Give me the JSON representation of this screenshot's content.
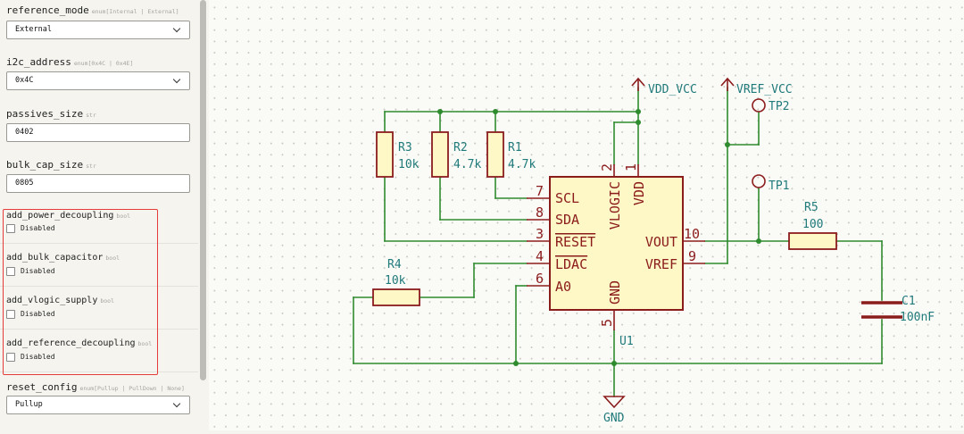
{
  "sidebar": {
    "reference_mode": {
      "label": "reference_mode",
      "type": "enum[Internal | External]",
      "value": "External"
    },
    "i2c_address": {
      "label": "i2c_address",
      "type": "enum[0x4C | 0x4E]",
      "value": "0x4C"
    },
    "passives_size": {
      "label": "passives_size",
      "type": "str",
      "value": "0402"
    },
    "bulk_cap_size": {
      "label": "bulk_cap_size",
      "type": "str",
      "value": "0805"
    },
    "add_power_decoupling": {
      "label": "add_power_decoupling",
      "type": "bool",
      "value": "Disabled"
    },
    "add_bulk_capacitor": {
      "label": "add_bulk_capacitor",
      "type": "bool",
      "value": "Disabled"
    },
    "add_vlogic_supply": {
      "label": "add_vlogic_supply",
      "type": "bool",
      "value": "Disabled"
    },
    "add_reference_decoupling": {
      "label": "add_reference_decoupling",
      "type": "bool",
      "value": "Disabled"
    },
    "reset_config": {
      "label": "reset_config",
      "type": "enum[Pullup | PullDown | None]",
      "value": "Pullup"
    }
  },
  "colors": {
    "wire": "#2e8b2e",
    "component": "#8b1c1c",
    "component_fill": "#fef7c6",
    "label": "#1f7a7a",
    "pin_number": "#8b1c1c",
    "highlight": "#e53b3b"
  },
  "schematic": {
    "power": {
      "vdd": "VDD_VCC",
      "vref": "VREF_VCC",
      "gnd": "GND"
    },
    "testpoints": {
      "tp1": "TP1",
      "tp2": "TP2"
    },
    "resistors": {
      "r1": {
        "ref": "R1",
        "value": "4.7k"
      },
      "r2": {
        "ref": "R2",
        "value": "4.7k"
      },
      "r3": {
        "ref": "R3",
        "value": "10k"
      },
      "r4": {
        "ref": "R4",
        "value": "10k"
      },
      "r5": {
        "ref": "R5",
        "value": "100"
      }
    },
    "capacitor": {
      "ref": "C1",
      "value": "100nF"
    },
    "ic": {
      "ref": "U1",
      "pins_left": [
        {
          "name": "SCL",
          "num": "7"
        },
        {
          "name": "SDA",
          "num": "8"
        },
        {
          "name": "RESET",
          "num": "3"
        },
        {
          "name": "LDAC",
          "num": "4"
        },
        {
          "name": "A0",
          "num": "6"
        }
      ],
      "pins_right": [
        {
          "name": "VOUT",
          "num": "10"
        },
        {
          "name": "VREF",
          "num": "9"
        }
      ],
      "pins_top": [
        {
          "name": "VLOGIC",
          "num": "2"
        },
        {
          "name": "VDD",
          "num": "1"
        }
      ],
      "pins_bottom": [
        {
          "name": "GND",
          "num": "5"
        }
      ]
    }
  }
}
